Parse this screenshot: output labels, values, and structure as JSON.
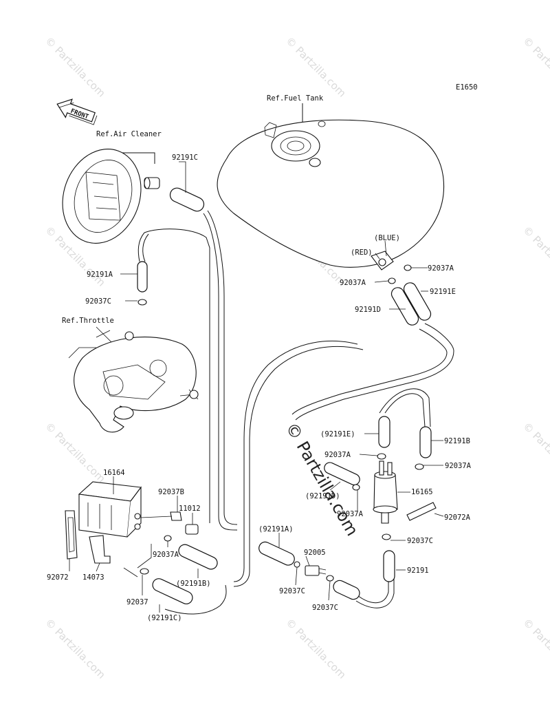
{
  "diagram": {
    "code": "E1650",
    "front_label": "FRONT",
    "ref_labels": {
      "fuel_tank": "Ref.Fuel Tank",
      "air_cleaner": "Ref.Air Cleaner",
      "throttle": "Ref.Throttle"
    },
    "color_labels": {
      "blue": "(BLUE)",
      "red": "(RED)"
    },
    "watermark": "© Partzilla.com",
    "part_labels": {
      "p92191C_top": "92191C",
      "p92191A_left": "92191A",
      "p92037C_left": "92037C",
      "p92037A_tank_r": "92037A",
      "p92037A_tank_l": "92037A",
      "p92191E_tank": "92191E",
      "p92191D_tank": "92191D",
      "p92191E_paren": "(92191E)",
      "p92191B_right": "92191B",
      "p92037A_mid_l": "92037A",
      "p92037A_mid_r": "92037A",
      "p92191D_paren": "(92191D)",
      "p16165": "16165",
      "p92037A_filter": "92037A",
      "p92072A": "92072A",
      "p92037C_right": "92037C",
      "p92191_right": "92191",
      "p16164": "16164",
      "p92037B": "92037B",
      "p11012": "11012",
      "p92072": "92072",
      "p14073": "14073",
      "p92037A_canister": "92037A",
      "p92191B_paren": "(92191B)",
      "p92037": "92037",
      "p92191C_paren": "(92191C)",
      "p92191A_paren": "(92191A)",
      "p92005": "92005",
      "p92037C_bot1": "92037C",
      "p92037C_bot2": "92037C"
    }
  }
}
